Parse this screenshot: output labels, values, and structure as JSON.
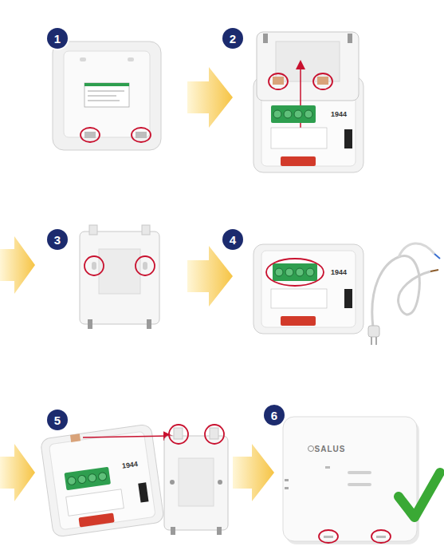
{
  "diagram": {
    "nodes": [
      {
        "text": [
          "1"
        ]
      },
      {
        "text": [
          "2"
        ]
      },
      {
        "text": [
          "3"
        ]
      },
      {
        "text": [
          "4"
        ]
      },
      {
        "text": [
          "5"
        ]
      },
      {
        "text": [
          "6"
        ]
      }
    ],
    "labels": [
      "1944",
      "1944",
      "1944",
      "SALUS"
    ]
  }
}
